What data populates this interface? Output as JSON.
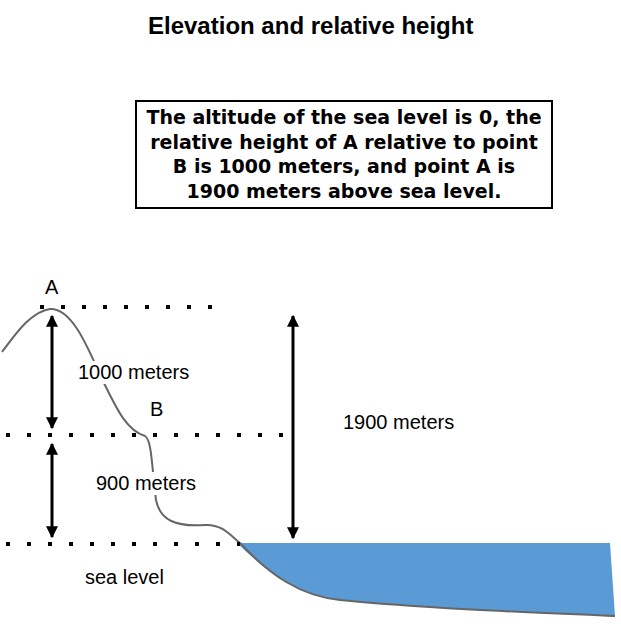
{
  "diagram": {
    "title": "Elevation and relative height",
    "nodes": [
      {
        "text": [
          "The altitude of the sea level is 0, the relative height of A relative to point B is 1000 meters, and point A is 1900 meters above sea level."
        ]
      }
    ],
    "labels": [
      "A",
      "B",
      "1000 meters",
      "900 meters",
      "1900 meters",
      "sea level"
    ]
  }
}
